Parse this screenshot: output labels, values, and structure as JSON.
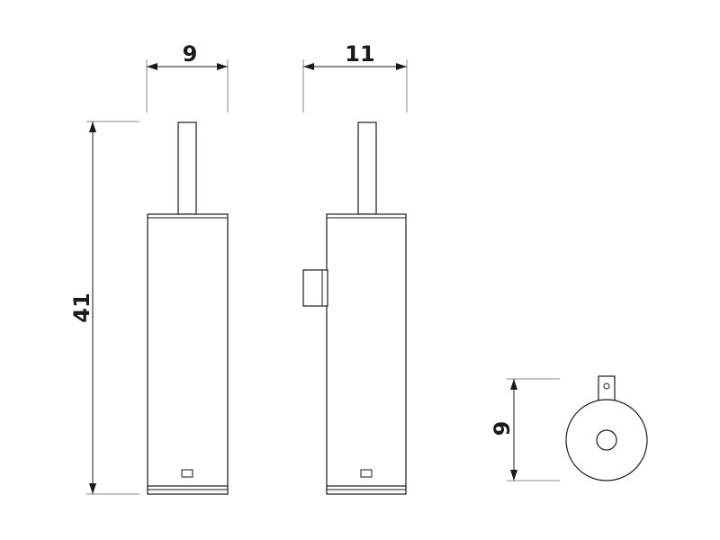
{
  "dimensions": {
    "front_width": "9",
    "side_width": "11",
    "total_height": "41",
    "diameter": "9"
  },
  "colors": {
    "line": "#1a1a1a",
    "extension_line": "#8a8a8a",
    "background": "#ffffff"
  }
}
